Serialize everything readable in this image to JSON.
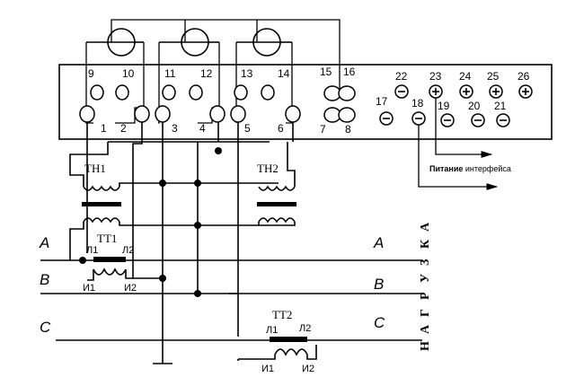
{
  "terminals": {
    "top_row": [
      "9",
      "10",
      "11",
      "12",
      "13",
      "14",
      "15",
      "16"
    ],
    "bottom_row": [
      "1",
      "2",
      "3",
      "4",
      "5",
      "6",
      "7",
      "8"
    ],
    "interface_top": [
      "22",
      "23",
      "24",
      "25",
      "26"
    ],
    "interface_bottom": [
      "17",
      "18",
      "19",
      "20",
      "21"
    ]
  },
  "voltage_transformers": {
    "tn1": "ТН1",
    "tn2": "ТН2"
  },
  "current_transformers": {
    "tt1": "ТТ1",
    "tt2": "ТТ2",
    "l1": "Л1",
    "l2": "Л2",
    "i1": "И1",
    "i2": "И2"
  },
  "phases": {
    "a": "A",
    "b": "B",
    "c": "C"
  },
  "power_label": {
    "bold": "Питание",
    "rest": " интерфейса"
  },
  "load_label": [
    "Н",
    "А",
    "Г",
    "Р",
    "У",
    "З",
    "К",
    "А"
  ]
}
